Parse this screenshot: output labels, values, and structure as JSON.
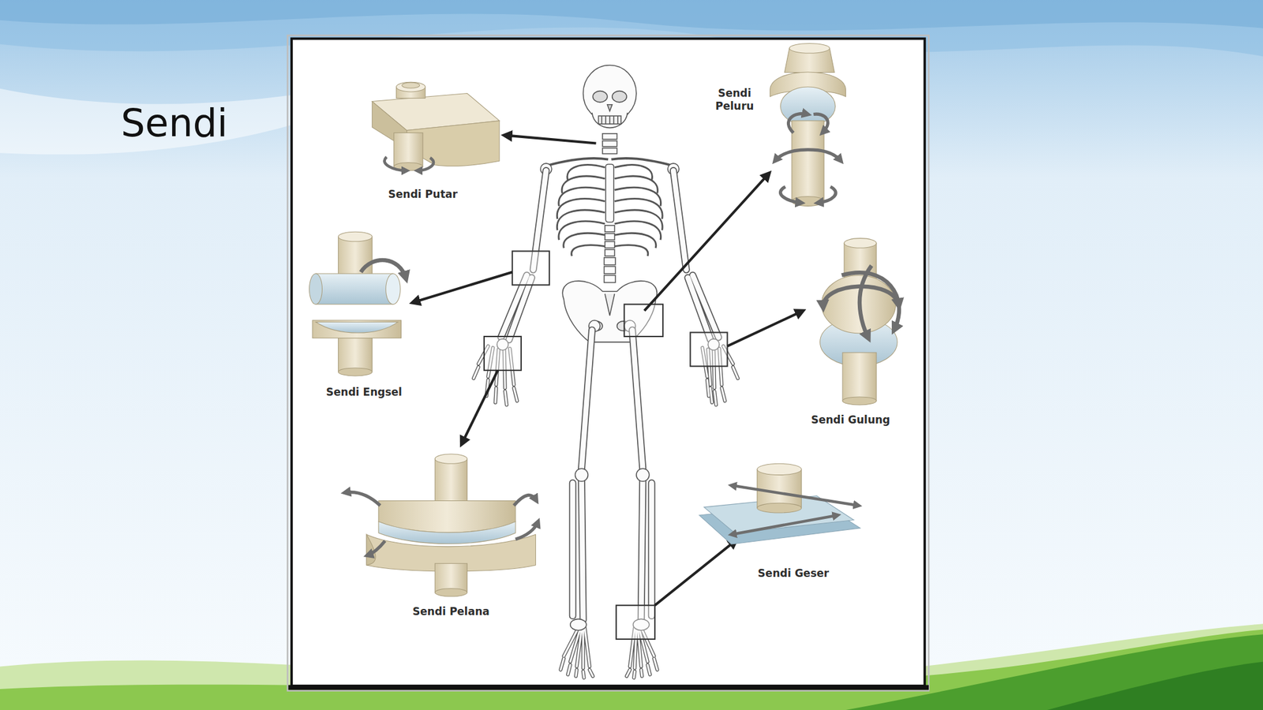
{
  "diagram": {
    "title": "Sendi",
    "labels": [
      "Sendi Putar",
      "Sendi Peluru",
      "Sendi Engsel",
      "Sendi Gulung",
      "Sendi Pelana",
      "Sendi Geser"
    ]
  }
}
